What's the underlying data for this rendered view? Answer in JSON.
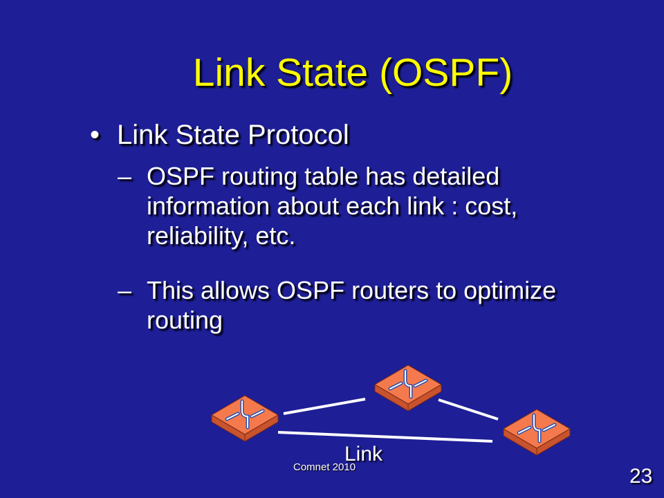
{
  "title": "Link State (OSPF)",
  "bullets": [
    {
      "text": "Link State Protocol",
      "subs": [
        "OSPF routing table has detailed information about each link : cost, reliability, etc.",
        "This allows OSPF routers to optimize routing"
      ]
    }
  ],
  "diagram": {
    "link_label": "Link",
    "router_icon": "router-icon",
    "router_color": "#f47a4e"
  },
  "footer": "Comnet 2010",
  "page_number": "23"
}
